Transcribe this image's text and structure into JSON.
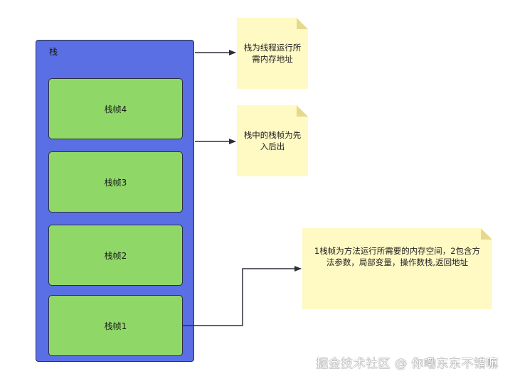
{
  "stack": {
    "label": "栈",
    "frames": [
      "栈帧4",
      "栈帧3",
      "栈帧2",
      "栈帧1"
    ]
  },
  "notes": {
    "thread": "栈为线程运行所需内存地址",
    "order": "栈中的栈帧为先入后出",
    "frame": "1栈帧为方法运行所需要的内存空间，2包含方法参数，局部变量，操作数栈,返回地址"
  },
  "watermark": "掘金技术社区 @ 你嘞东东不错嘛",
  "colors": {
    "stack_fill": "#5a6fe3",
    "frame_fill": "#8fd868",
    "note_fill": "#fff9c4",
    "line": "#2b2f3a"
  }
}
